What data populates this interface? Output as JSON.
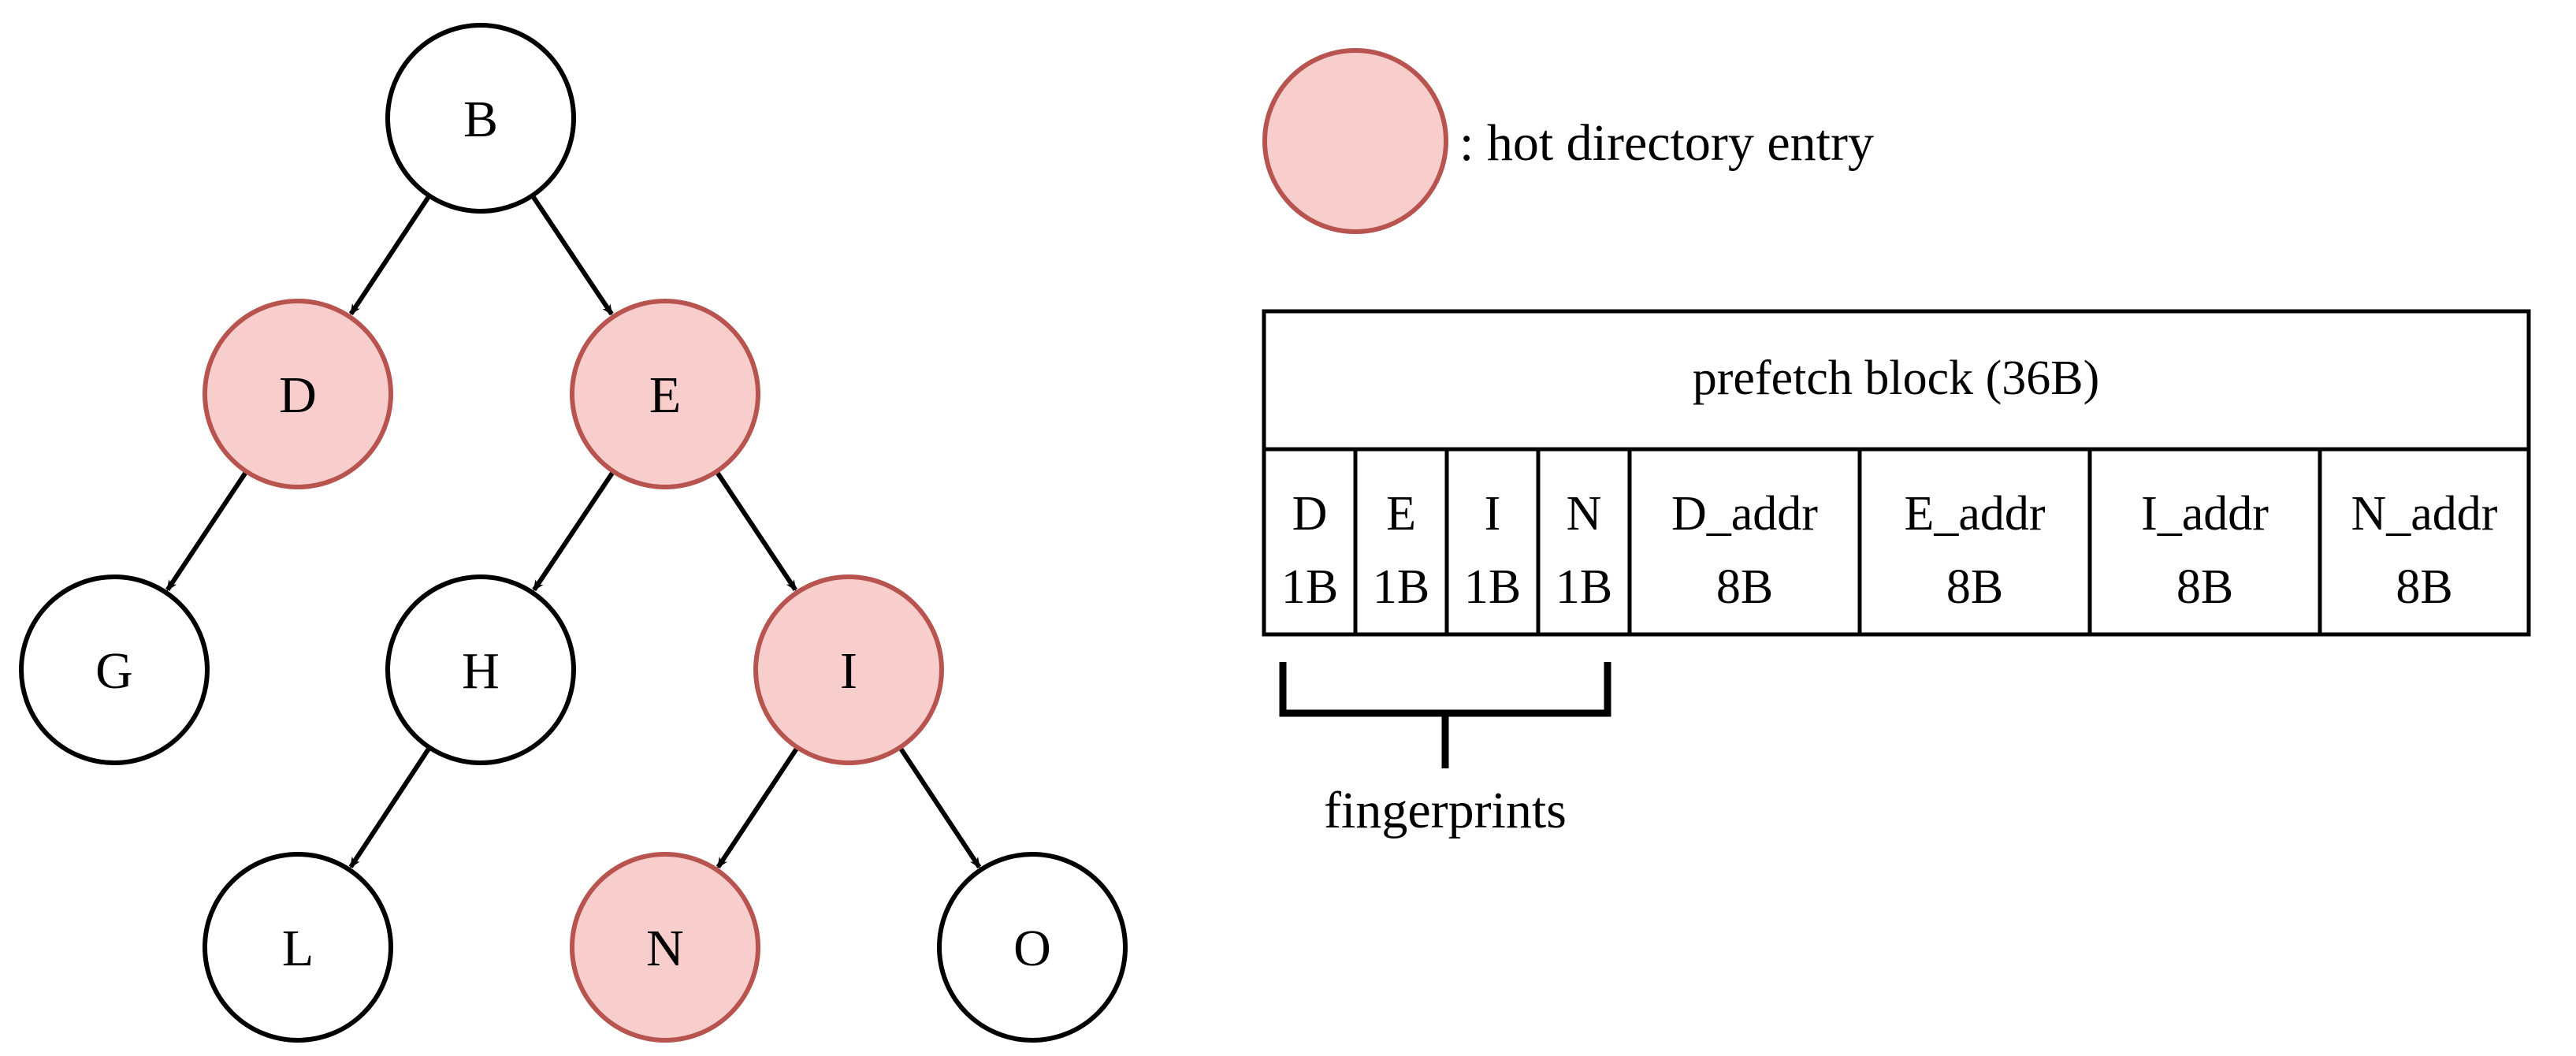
{
  "colors": {
    "hot_fill": "#f8cecc",
    "hot_stroke": "#b85450",
    "normal_fill": "#ffffff",
    "normal_stroke": "#000000"
  },
  "tree": {
    "nodes": [
      {
        "id": "B",
        "label": "B",
        "hot": false
      },
      {
        "id": "D",
        "label": "D",
        "hot": true
      },
      {
        "id": "E",
        "label": "E",
        "hot": true
      },
      {
        "id": "G",
        "label": "G",
        "hot": false
      },
      {
        "id": "H",
        "label": "H",
        "hot": false
      },
      {
        "id": "I",
        "label": "I",
        "hot": true
      },
      {
        "id": "L",
        "label": "L",
        "hot": false
      },
      {
        "id": "N",
        "label": "N",
        "hot": true
      },
      {
        "id": "O",
        "label": "O",
        "hot": false
      }
    ],
    "edges": [
      {
        "from": "B",
        "to": "D"
      },
      {
        "from": "B",
        "to": "E"
      },
      {
        "from": "D",
        "to": "G"
      },
      {
        "from": "E",
        "to": "H"
      },
      {
        "from": "E",
        "to": "I"
      },
      {
        "from": "H",
        "to": "L"
      },
      {
        "from": "I",
        "to": "N"
      },
      {
        "from": "I",
        "to": "O"
      }
    ]
  },
  "legend": {
    "text": ": hot directory entry"
  },
  "prefetch_block": {
    "title": "prefetch block (36B)",
    "cells": [
      {
        "line1": "D",
        "line2": "1B"
      },
      {
        "line1": "E",
        "line2": "1B"
      },
      {
        "line1": "I",
        "line2": "1B"
      },
      {
        "line1": "N",
        "line2": "1B"
      },
      {
        "line1": "D_addr",
        "line2": "8B"
      },
      {
        "line1": "E_addr",
        "line2": "8B"
      },
      {
        "line1": "I_addr",
        "line2": "8B"
      },
      {
        "line1": "N_addr",
        "line2": "8B"
      }
    ]
  },
  "fingerprints": {
    "label": "fingerprints"
  }
}
